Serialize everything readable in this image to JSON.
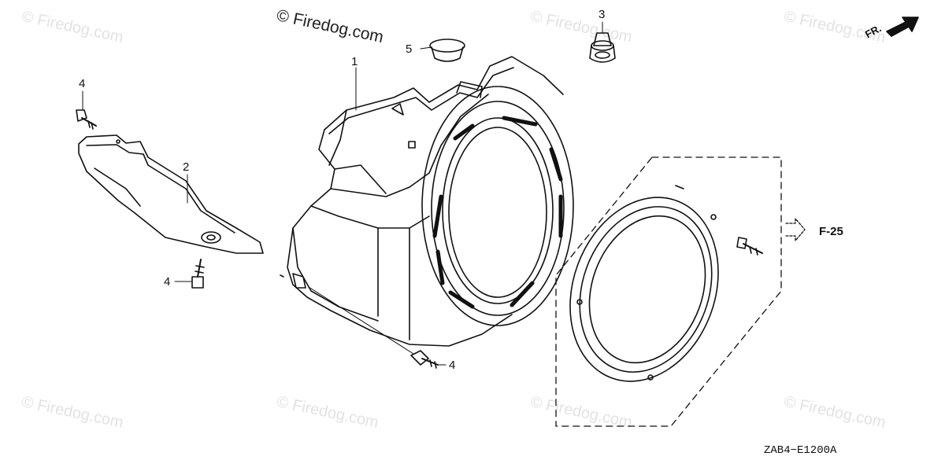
{
  "watermark_text": "Firedog.com",
  "watermark_main": "© Firedog.com",
  "callouts": {
    "c1": "1",
    "c2": "2",
    "c3": "3",
    "c4a": "4",
    "c4b": "4",
    "c4c": "4",
    "c5": "5"
  },
  "reference": "F-25",
  "front_label": "FR.",
  "diagram_code": "ZAB4−E1200A"
}
